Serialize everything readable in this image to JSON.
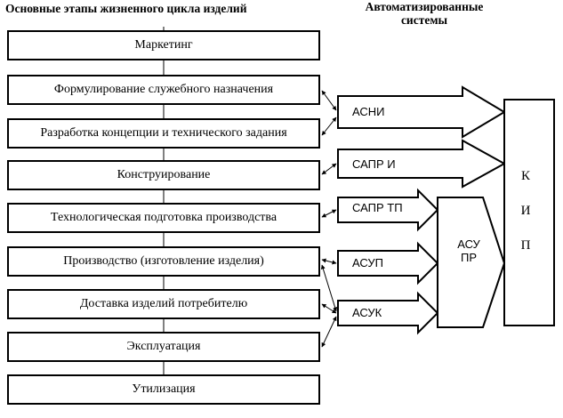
{
  "header": {
    "stages_title": "Основные этапы жизненного цикла изделий",
    "systems_title_line1": "Автоматизированные",
    "systems_title_line2": "системы"
  },
  "stages": [
    "Маркетинг",
    "Формулирование служебного назначения",
    "Разработка концепции и технического задания",
    "Конструирование",
    "Технологическая подготовка производства",
    "Производство (изготовление изделия)",
    "Доставка изделий потребителю",
    "Эксплуатация",
    "Утилизация"
  ],
  "systems": {
    "asni": "АСНИ",
    "sapr_i": "САПР И",
    "sapr_tp": "САПР ТП",
    "asup": "АСУП",
    "asuk": "АСУК",
    "asu_pr_line1": "АСУ",
    "asu_pr_line2": "ПР",
    "kip_letters": [
      "К",
      "И",
      "П"
    ]
  }
}
